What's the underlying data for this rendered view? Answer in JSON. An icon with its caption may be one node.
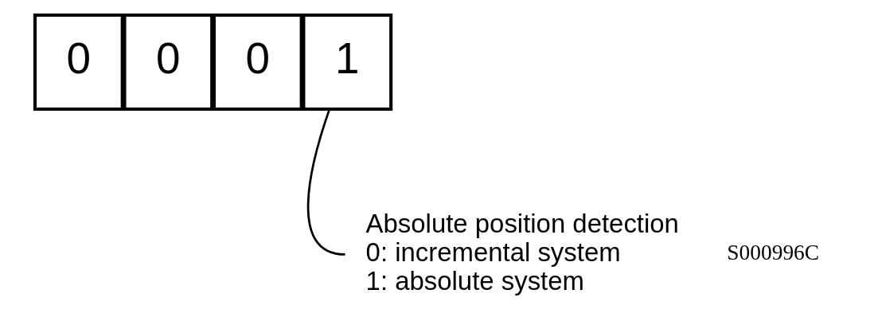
{
  "diagram": {
    "nodes": [
      {
        "text": [
          "0"
        ]
      },
      {
        "text": [
          "0"
        ]
      },
      {
        "text": [
          "0"
        ]
      },
      {
        "text": [
          "1"
        ]
      },
      {
        "text": [
          "Absolute position detection",
          "0: incremental system",
          "1: absolute system"
        ]
      }
    ],
    "edges": [
      {
        "from": 4,
        "to": 3,
        "arrow": "none"
      }
    ],
    "labels": [
      "S000996C"
    ]
  }
}
